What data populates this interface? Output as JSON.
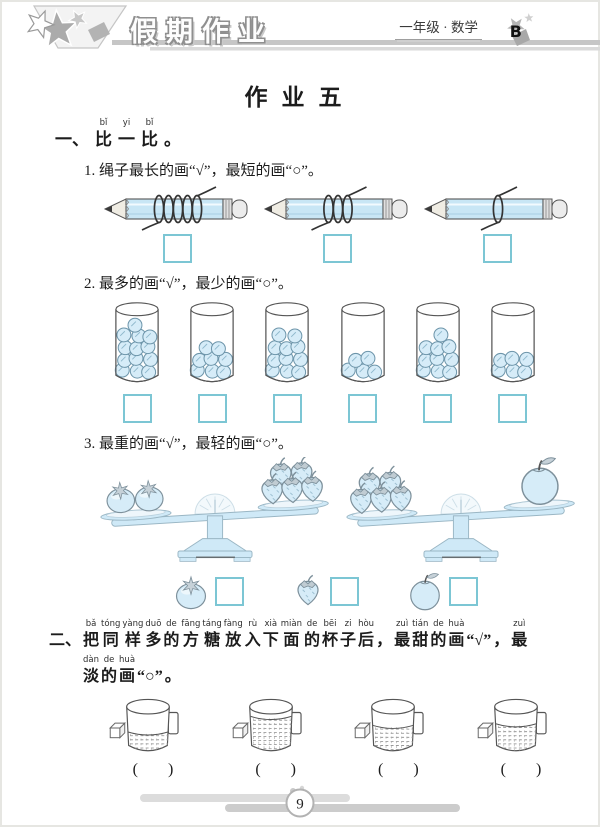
{
  "header": {
    "logo": "假期作业",
    "grade": "一年级 · 数学",
    "edition": "B"
  },
  "title": "作业五",
  "sec1": {
    "heading": {
      "units": [
        {
          "c": "一、",
          "p": ""
        },
        {
          "c": "比",
          "p": "bǐ"
        },
        {
          "c": "一",
          "p": "yi"
        },
        {
          "c": "比",
          "p": "bǐ"
        },
        {
          "c": "。",
          "p": ""
        }
      ]
    },
    "q1": {
      "text": "1. 绳子最长的画“√”，最短的画“○”。",
      "ropes_coils": [
        5,
        3,
        1
      ]
    },
    "q2": {
      "text": "2. 最多的画“√”，最少的画“○”。",
      "ball_counts": [
        13,
        8,
        11,
        5,
        10,
        6
      ]
    },
    "q3": {
      "text": "3. 最重的画“√”，最轻的画“○”。",
      "scales": [
        {
          "left": {
            "type": "tomato",
            "count": 2
          },
          "right": {
            "type": "strawberry",
            "count": 5
          },
          "tilt": -3.5
        },
        {
          "left": {
            "type": "strawberry",
            "count": 5
          },
          "right": {
            "type": "apple",
            "count": 1
          },
          "tilt": -3.5
        }
      ],
      "answers": [
        "tomato",
        "strawberry",
        "apple"
      ]
    }
  },
  "sec2": {
    "line1": {
      "units": [
        {
          "c": "二、",
          "p": ""
        },
        {
          "c": "把",
          "p": "bǎ"
        },
        {
          "c": "同",
          "p": "tóng"
        },
        {
          "c": "样",
          "p": "yàng"
        },
        {
          "c": "多",
          "p": "duō"
        },
        {
          "c": "的",
          "p": "de"
        },
        {
          "c": "方",
          "p": "fāng"
        },
        {
          "c": "糖",
          "p": "táng"
        },
        {
          "c": "放",
          "p": "fàng"
        },
        {
          "c": "入",
          "p": "rù"
        },
        {
          "c": "下",
          "p": "xià"
        },
        {
          "c": "面",
          "p": "miàn"
        },
        {
          "c": "的",
          "p": "de"
        },
        {
          "c": "杯",
          "p": "bēi"
        },
        {
          "c": "子",
          "p": "zi"
        },
        {
          "c": "后",
          "p": "hòu"
        },
        {
          "c": "，",
          "p": ""
        },
        {
          "c": "最",
          "p": "zuì"
        },
        {
          "c": "甜",
          "p": "tián"
        },
        {
          "c": "的",
          "p": "de"
        },
        {
          "c": "画",
          "p": "huà"
        },
        {
          "c": "“√”",
          "p": ""
        },
        {
          "c": "，",
          "p": ""
        },
        {
          "c": "最",
          "p": "zuì"
        }
      ]
    },
    "line2": {
      "units": [
        {
          "c": "淡",
          "p": "dàn"
        },
        {
          "c": "的",
          "p": "de"
        },
        {
          "c": "画",
          "p": "huà"
        },
        {
          "c": "“○”",
          "p": ""
        },
        {
          "c": "。",
          "p": ""
        }
      ]
    },
    "cup_fills": [
      0.45,
      0.85,
      0.62,
      0.66
    ],
    "bracket_open": "(",
    "bracket_close": ")"
  },
  "footer": {
    "page": "9"
  },
  "colors": {
    "checkbox_border": "#7cc6d4",
    "light_blue": "#d6ecf8",
    "figure_outline": "#7d909b",
    "scale_blue": "#cfe9f7",
    "header_gray": "#c6c6c6"
  }
}
